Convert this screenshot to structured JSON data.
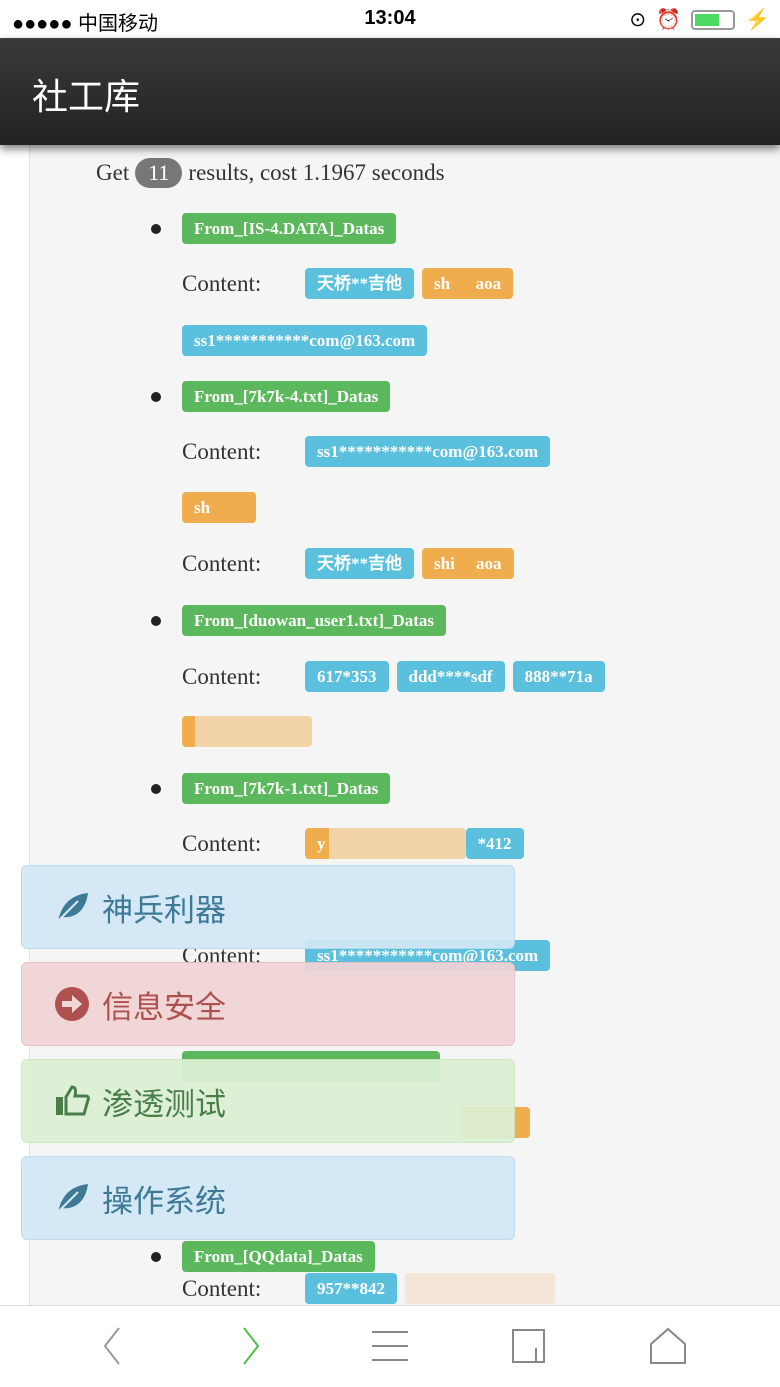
{
  "status_bar": {
    "carrier": "●●●●● 中国移动",
    "time": "13:04"
  },
  "header": {
    "title": "社工库"
  },
  "summary": {
    "prefix": "Get",
    "count": "11",
    "suffix": "results, cost 1.1967 seconds"
  },
  "content_label": "Content:",
  "results": [
    {
      "source": "From_[IS-4.DATA]_Datas"
    },
    {
      "source": "From_[7k7k-4.txt]_Datas"
    },
    {
      "source": "From_[duowan_user1.txt]_Datas"
    },
    {
      "source": "From_[7k7k-1.txt]_Datas"
    },
    {
      "source": "From_[QQdata]_Datas"
    }
  ],
  "tags": {
    "t1": "天桥**吉他",
    "t2": "sh      aoa",
    "t3": "ss1***********com@163.com",
    "t4": "ss1***********com@163.com",
    "t5": "sh        ",
    "t6": "天桥**吉他",
    "t7": "shi     aoa",
    "t8": "617*353",
    "t9": "ddd****sdf",
    "t10": "888**71a",
    "t11": "y",
    "t12": "*412",
    "t13": "ss1***********com@163.com",
    "t14": "957**842"
  },
  "menu": [
    {
      "label": "神兵利器",
      "icon": "leaf-icon"
    },
    {
      "label": "信息安全",
      "icon": "arrow-circle-right-icon"
    },
    {
      "label": "渗透测试",
      "icon": "thumbs-up-icon"
    },
    {
      "label": "操作系统",
      "icon": "leaf-icon"
    }
  ],
  "colors": {
    "success": "#5cb85c",
    "info": "#5bc0de",
    "warning": "#f0ad4e"
  }
}
